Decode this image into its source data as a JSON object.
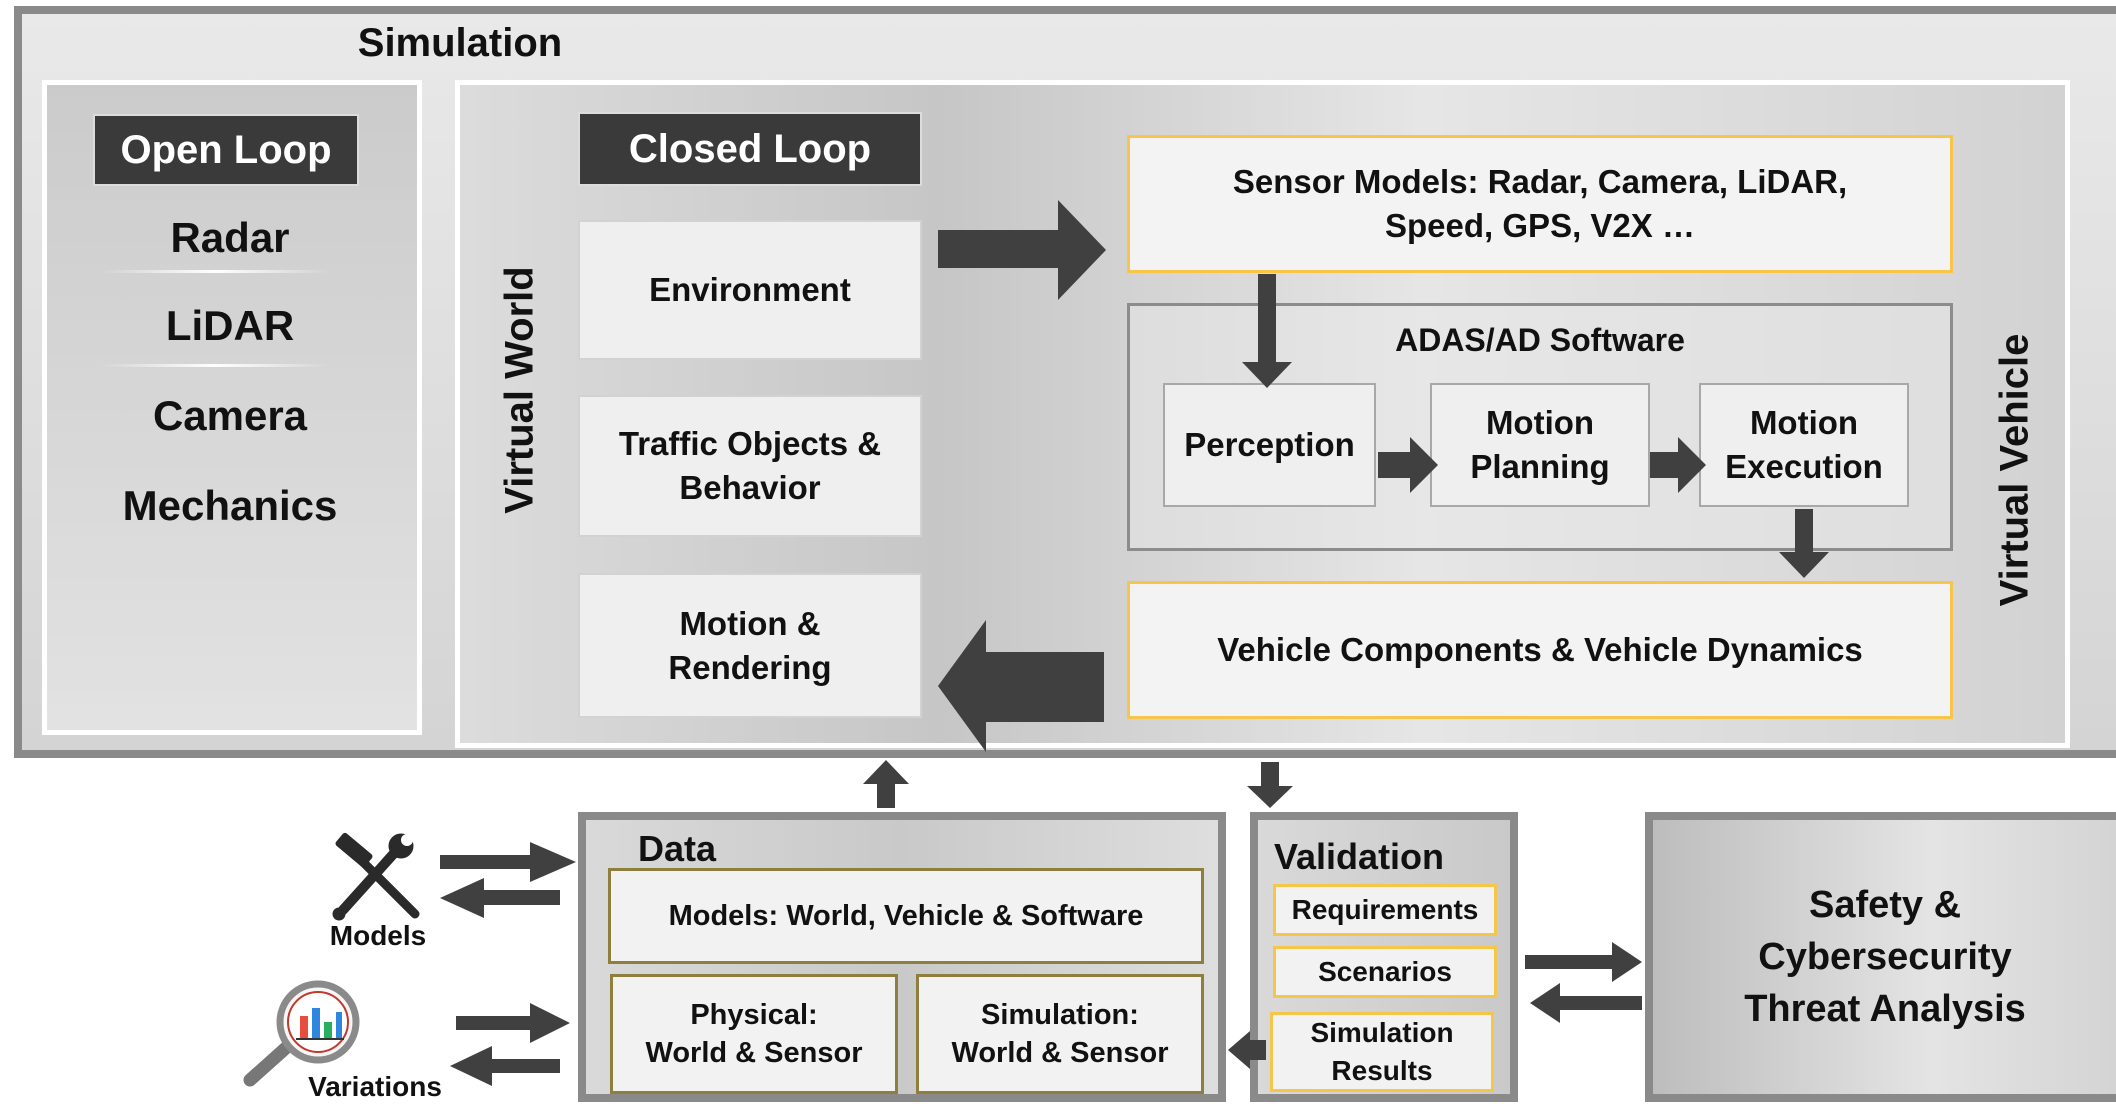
{
  "simulation": {
    "title": "Simulation",
    "open_loop": {
      "label": "Open Loop",
      "items": [
        "Radar",
        "LiDAR",
        "Camera",
        "Mechanics"
      ]
    },
    "closed_loop": {
      "label": "Closed Loop",
      "virtual_world_label": "Virtual World",
      "virtual_vehicle_label": "Virtual Vehicle",
      "environment": "Environment",
      "traffic": [
        "Traffic Objects &",
        "Behavior"
      ],
      "motion_rendering": [
        "Motion &",
        "Rendering"
      ],
      "sensor_models": [
        "Sensor Models: Radar, Camera, LiDAR,",
        "Speed, GPS, V2X …"
      ],
      "adas": {
        "title": "ADAS/AD Software",
        "perception": "Perception",
        "motion_planning": [
          "Motion",
          "Planning"
        ],
        "motion_execution": [
          "Motion",
          "Execution"
        ]
      },
      "vehicle_dynamics": "Vehicle Components & Vehicle Dynamics"
    }
  },
  "data": {
    "title": "Data",
    "models": "Models: World, Vehicle & Software",
    "physical": [
      "Physical:",
      "World & Sensor"
    ],
    "simulation": [
      "Simulation:",
      "World & Sensor"
    ]
  },
  "validation": {
    "title": "Validation",
    "requirements": "Requirements",
    "scenarios": "Scenarios",
    "results": [
      "Simulation",
      "Results"
    ]
  },
  "safety": [
    "Safety &",
    "Cybersecurity",
    "Threat Analysis"
  ],
  "inputs": {
    "models_label": "Models",
    "variations_label": "Variations"
  },
  "icons": {
    "models": "tools-icon",
    "variations": "magnifier-chart-icon"
  },
  "colors": {
    "frame": "#8a8a8a",
    "dark_label": "#3a3a3a",
    "yellow_border": "#f6c64b",
    "olive_border": "#8e7f3c",
    "arrow": "#404040"
  }
}
